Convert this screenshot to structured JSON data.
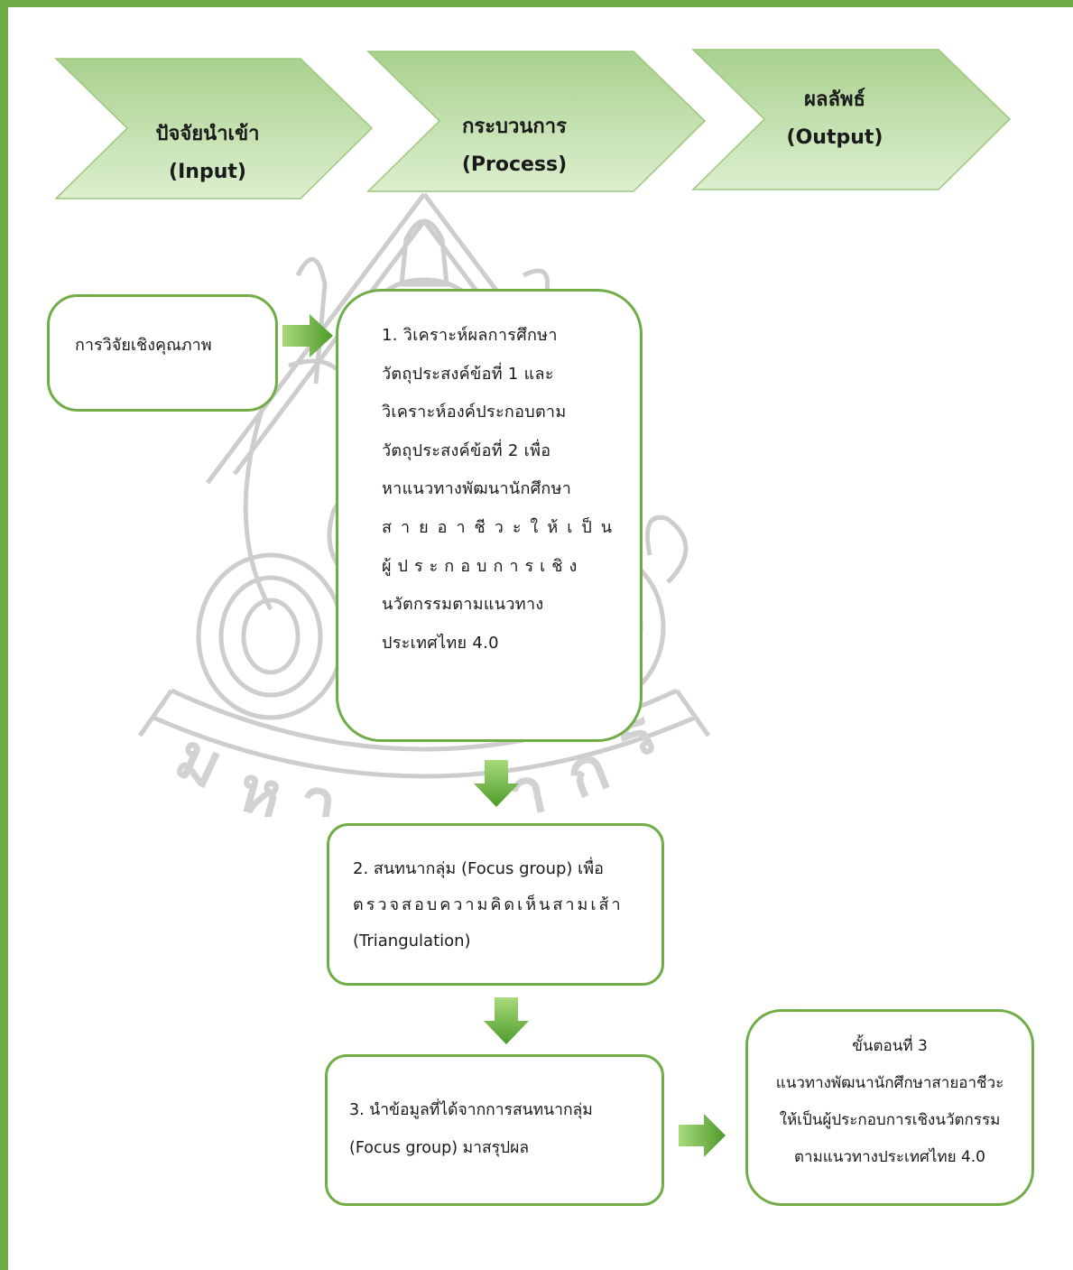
{
  "header": {
    "input": {
      "title": "ปัจจัยนำเข้า",
      "sub": "(Input)"
    },
    "process": {
      "title": "กระบวนการ",
      "sub": "(Process)"
    },
    "output": {
      "title": "ผลลัพธ์",
      "sub": "(Output)"
    }
  },
  "boxes": {
    "input_box": "การวิจัยเชิงคุณภาพ",
    "step1_lines": [
      "1. วิเคราะห์ผลการศึกษา",
      "วัตถุประสงค์ข้อที่ 1 และ",
      "วิเคราะห์องค์ประกอบตาม",
      "วัตถุประสงค์ข้อที่ 2 เพื่อ",
      "หาแนวทางพัฒนานักศึกษา",
      "สายอาชีวะให้เป็น",
      "ผู้ประกอบการเชิง",
      "นวัตกรรมตามแนวทาง",
      "ประเทศไทย 4.0"
    ],
    "step2_lines": [
      "2. สนทนากลุ่ม (Focus group) เพื่อ",
      "ตรวจสอบความคิดเห็นสามเส้า",
      "(Triangulation)"
    ],
    "step3_lines": [
      "3. นำข้อมูลที่ได้จากการสนทนากลุ่ม",
      "(Focus group) มาสรุปผล"
    ],
    "output_lines": [
      "ขั้นตอนที่ 3",
      "แนวทางพัฒนานักศึกษาสายอาชีวะ",
      "ให้เป็นผู้ประกอบการเชิงนวัตกรรม",
      "ตามแนวทางประเทศไทย 4.0"
    ]
  },
  "colors": {
    "frame": "#70ad47",
    "chevron_light": "#d5ebc7",
    "chevron_dark": "#a9d18e",
    "arrow_light": "#9bd36b",
    "arrow_dark": "#4e9a2a",
    "watermark": "#c8c8c8"
  }
}
